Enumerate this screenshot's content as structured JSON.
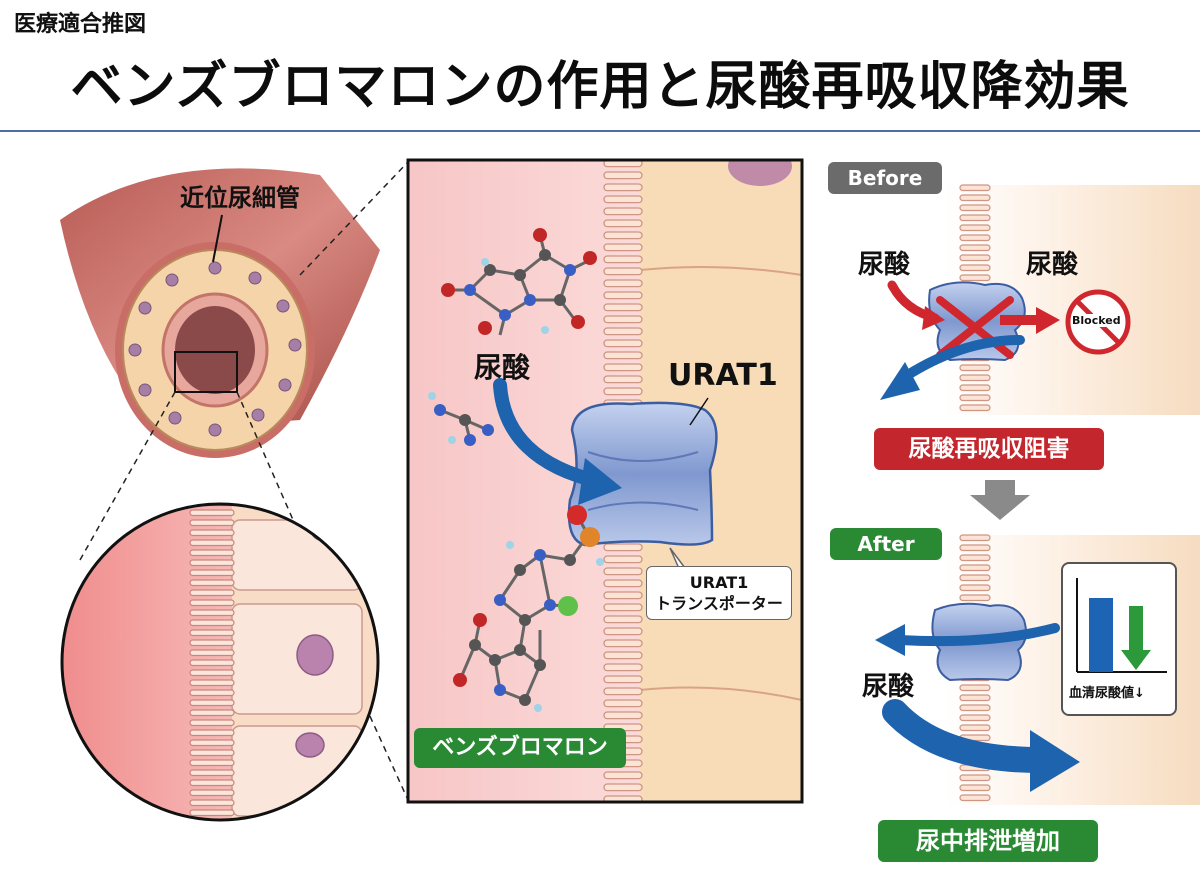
{
  "header": {
    "subtitle": "医療適合推図",
    "title": "ベンズブロマロンの作用と尿酸再吸収降効果"
  },
  "left_panel": {
    "tubule_label": "近位尿細管"
  },
  "center_panel": {
    "uric_acid_label": "尿酸",
    "transporter_label": "URAT1",
    "callout_line1": "URAT1",
    "callout_line2": "トランスポーター",
    "drug_badge": "ベンズブロマロン"
  },
  "right_panel": {
    "before_badge": "Before",
    "uric_acid_left": "尿酸",
    "uric_acid_right": "尿酸",
    "blocked_sign": "Blocked",
    "inhibition_badge": "尿酸再吸収阻害",
    "after_badge": "After",
    "uric_acid_after": "尿酸",
    "serum_label": "血清尿酸値↓",
    "excretion_badge": "尿中排泄増加"
  },
  "colors": {
    "title_rule": "#4a6ea5",
    "tissue_pink": "#f6cfcf",
    "cell_cream": "#f8dcb4",
    "transporter_blue": "#8aa3d6",
    "arrow_blue": "#1d63ad",
    "block_red": "#d0262e",
    "badge_red": "#c3262d",
    "badge_green": "#2a8a34",
    "badge_gray": "#6b6b6b"
  }
}
